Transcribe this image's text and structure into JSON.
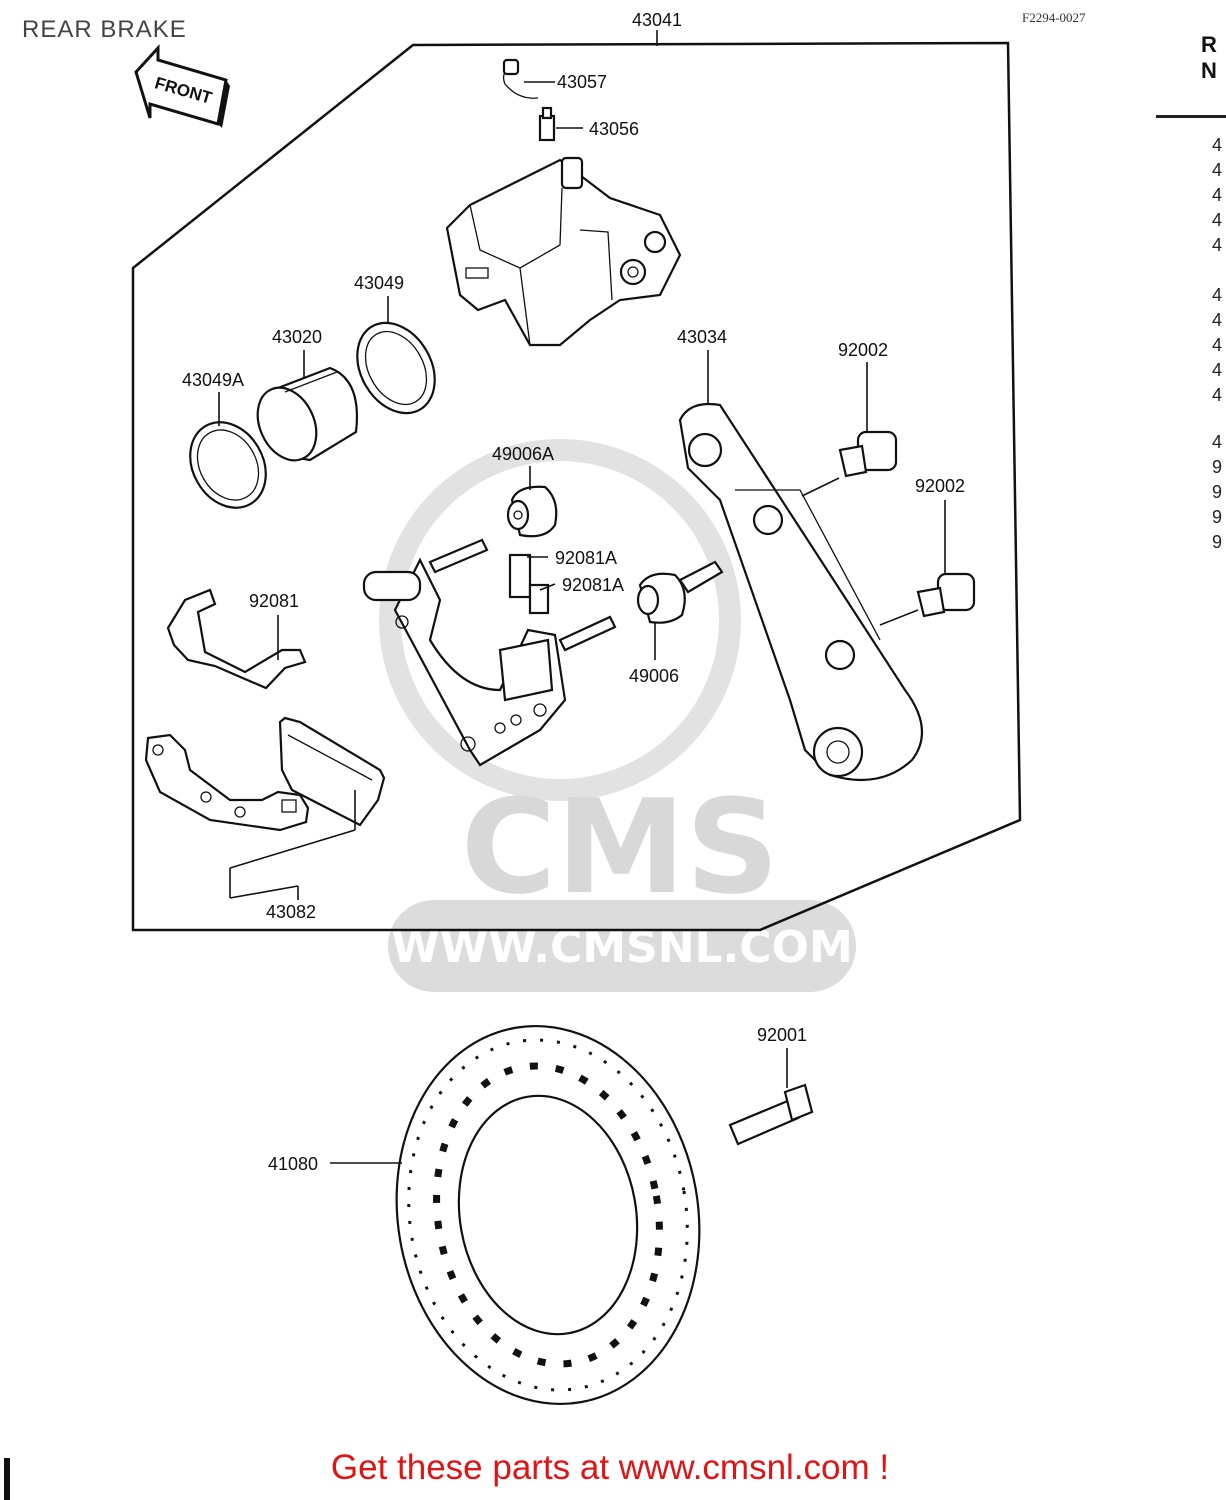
{
  "header": {
    "title": "REAR BRAKE",
    "diagram_code": "F2294-0027",
    "side_column": [
      "R",
      "N"
    ],
    "side_rows": [
      "4",
      "4",
      "4",
      "4",
      "4",
      "4",
      "4",
      "4",
      "4",
      "4",
      "4",
      "9",
      "9",
      "9",
      "9"
    ]
  },
  "orientation_arrow": {
    "label": "FRONT"
  },
  "parts": [
    {
      "id": "p-43041",
      "number": "43041"
    },
    {
      "id": "p-43057",
      "number": "43057"
    },
    {
      "id": "p-43056",
      "number": "43056"
    },
    {
      "id": "p-43049",
      "number": "43049"
    },
    {
      "id": "p-43020",
      "number": "43020"
    },
    {
      "id": "p-43049A",
      "number": "43049A"
    },
    {
      "id": "p-43034",
      "number": "43034"
    },
    {
      "id": "p-92002a",
      "number": "92002"
    },
    {
      "id": "p-92002b",
      "number": "92002"
    },
    {
      "id": "p-49006A",
      "number": "49006A"
    },
    {
      "id": "p-92081A-1",
      "number": "92081A"
    },
    {
      "id": "p-92081A-2",
      "number": "92081A"
    },
    {
      "id": "p-92081",
      "number": "92081"
    },
    {
      "id": "p-49006",
      "number": "49006"
    },
    {
      "id": "p-43082",
      "number": "43082"
    },
    {
      "id": "p-92001",
      "number": "92001"
    },
    {
      "id": "p-41080",
      "number": "41080"
    }
  ],
  "watermark": {
    "brand": "CMS",
    "url": "WWW.CMSNL.COM"
  },
  "footer": {
    "cta": "Get these parts at www.cmsnl.com !"
  }
}
